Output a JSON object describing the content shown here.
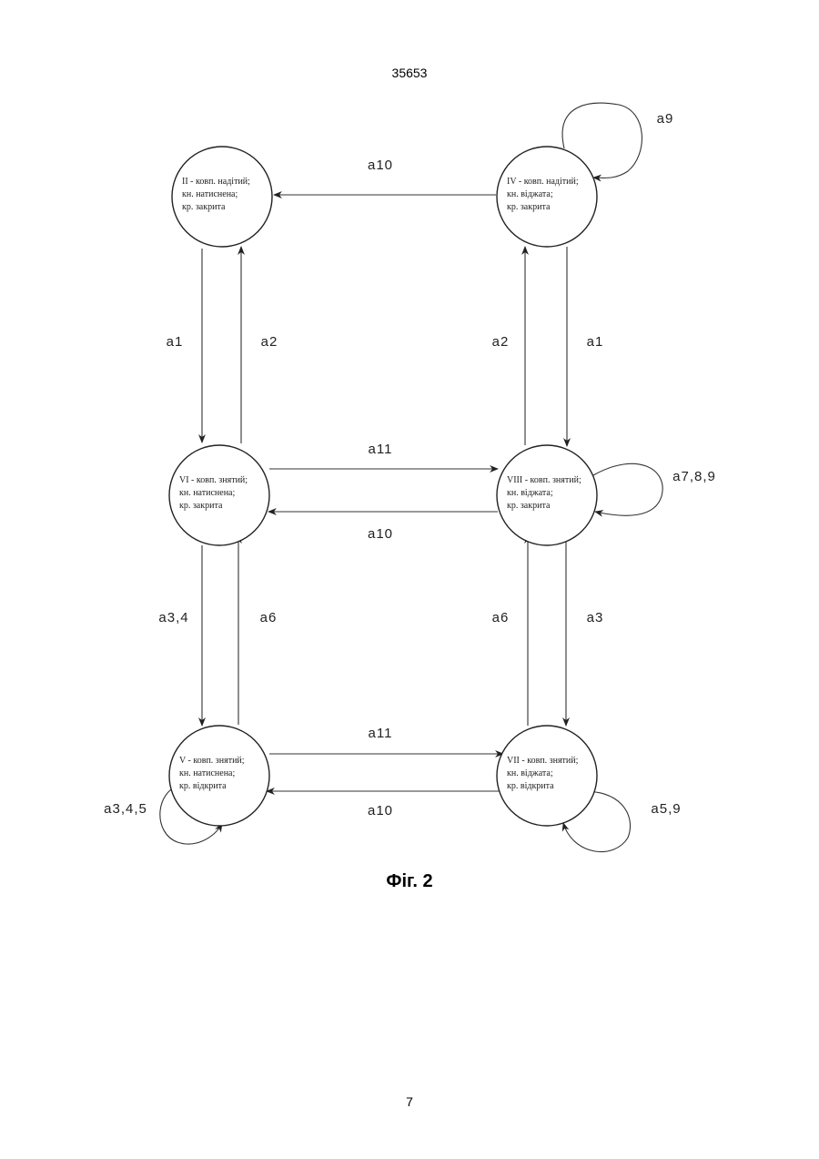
{
  "header": {
    "doc_number": "35653"
  },
  "caption": "Фіг. 2",
  "page_number": "7",
  "states": [
    {
      "id": "II",
      "lines": [
        "II - ковп. надітий;",
        "кн. натиснена;",
        "кр. закрита"
      ]
    },
    {
      "id": "IV",
      "lines": [
        "IV - ковп. надітий;",
        "кн. віджата;",
        "кр. закрита"
      ]
    },
    {
      "id": "VI",
      "lines": [
        "VI - ковп. знятий;",
        "кн. натиснена;",
        "кр. закрита"
      ]
    },
    {
      "id": "VIII",
      "lines": [
        "VIII - ковп. знятий;",
        "кн. віджата;",
        "кр. закрита"
      ]
    },
    {
      "id": "V",
      "lines": [
        "V - ковп. знятий;",
        "кн. натиснена;",
        "кр. відкрита"
      ]
    },
    {
      "id": "VII",
      "lines": [
        "VII - ковп. знятий;",
        "кн. віджата;",
        "кр. відкрита"
      ]
    }
  ],
  "transitions": [
    {
      "from": "IV",
      "to": "II",
      "label": "a10"
    },
    {
      "from": "IV",
      "to": "IV",
      "label": "a9"
    },
    {
      "from": "II",
      "to": "VI",
      "label": "a1"
    },
    {
      "from": "VI",
      "to": "II",
      "label": "a2"
    },
    {
      "from": "VIII",
      "to": "IV",
      "label": "a2"
    },
    {
      "from": "IV",
      "to": "VIII",
      "label": "a1"
    },
    {
      "from": "VI",
      "to": "VIII",
      "label": "a11"
    },
    {
      "from": "VIII",
      "to": "VI",
      "label": "a10"
    },
    {
      "from": "VIII",
      "to": "VIII",
      "label": "a7,8,9"
    },
    {
      "from": "VI",
      "to": "V",
      "label": "a3,4"
    },
    {
      "from": "V",
      "to": "VI",
      "label": "a6"
    },
    {
      "from": "VII",
      "to": "VIII",
      "label": "a6"
    },
    {
      "from": "VIII",
      "to": "VII",
      "label": "a3"
    },
    {
      "from": "V",
      "to": "VII",
      "label": "a11"
    },
    {
      "from": "VII",
      "to": "V",
      "label": "a10"
    },
    {
      "from": "V",
      "to": "V",
      "label": "a3,4,5"
    },
    {
      "from": "VII",
      "to": "VII",
      "label": "a5,9"
    }
  ]
}
